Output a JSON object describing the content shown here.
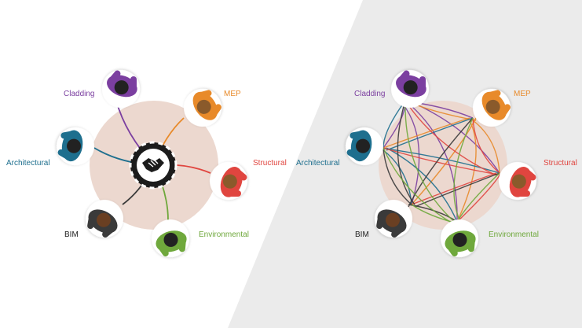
{
  "colors": {
    "cladding": "#7b3fa0",
    "mep": "#e88a2a",
    "structural": "#e0453f",
    "environmental": "#6fa83c",
    "bim": "#2b2b2b",
    "architectural": "#1e6f8e",
    "table": "#ecd8cf",
    "right_bg": "#ebebeb",
    "left_bg": "#ffffff"
  },
  "left_panel": {
    "labels": {
      "cladding": "Cladding",
      "mep": "MEP",
      "architectural": "Architectural",
      "structural": "Structural",
      "bim": "BIM",
      "environmental": "Environmental"
    },
    "hub_icon": "handshake-icon"
  },
  "right_panel": {
    "labels": {
      "cladding": "Cladding",
      "mep": "MEP",
      "architectural": "Architectural",
      "structural": "Structural",
      "bim": "BIM",
      "environmental": "Environmental"
    }
  }
}
